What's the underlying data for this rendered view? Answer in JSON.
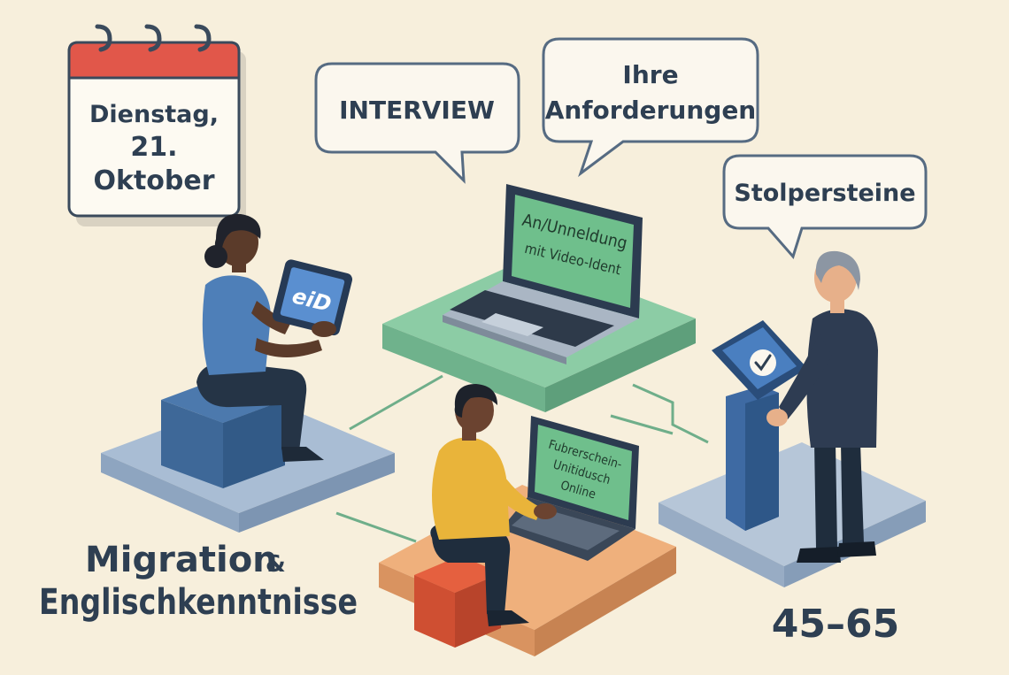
{
  "calendar": {
    "lines": [
      "Dienstag,",
      "21.",
      "Oktober"
    ]
  },
  "bubbles": {
    "interview": "INTERVIEW",
    "requirements": [
      "Ihre",
      "Anforderungen"
    ],
    "obstacles": "Stolpersteine"
  },
  "tablet": {
    "label": "eiD"
  },
  "laptop_top": {
    "screen_lines": [
      "An/Unneldung",
      "mit Video-Ident"
    ]
  },
  "laptop_bottom": {
    "screen_lines": [
      "Fubrerschein-",
      "Unitidusch",
      "Online"
    ]
  },
  "terminal": {
    "icon": "check-icon"
  },
  "captions": {
    "topic_line1": "Migration",
    "topic_amp": "&",
    "topic_line2": "Englischkenntnisse",
    "age_range": "45–65"
  },
  "colors": {
    "background": "#f7efdc",
    "calendar_red": "#e1574a",
    "platform_blue": "#a9bdd4",
    "platform_green": "#7cbf98",
    "platform_orange": "#efb07c",
    "screen_green": "#6fbf8c",
    "text_dark": "#2e3f52"
  }
}
